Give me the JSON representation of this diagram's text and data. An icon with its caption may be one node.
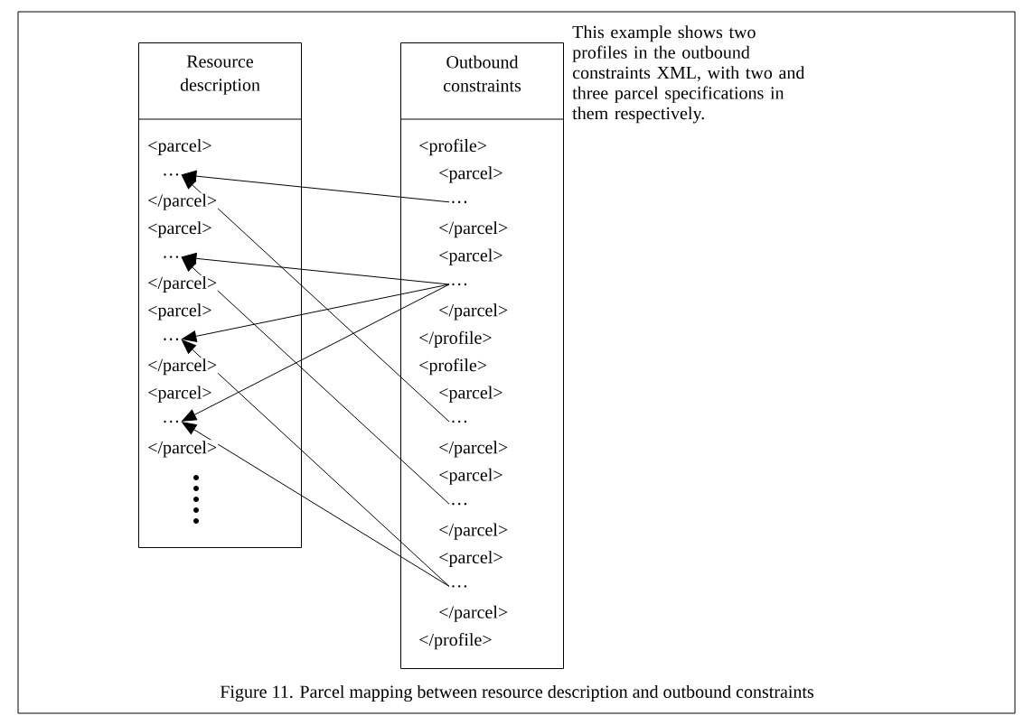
{
  "diagram": {
    "caption": "Figure 11. Parcel mapping between resource description and outbound constraints",
    "nodes": [
      {
        "text": [
          "Resource description"
        ]
      },
      {
        "text": [
          "…"
        ],
        "in": 0
      },
      {
        "text": [
          "…"
        ],
        "in": 0
      },
      {
        "text": [
          "…"
        ],
        "in": 0
      },
      {
        "text": [
          "…"
        ],
        "in": 0
      },
      {
        "text": [
          "Outbound constraints"
        ]
      },
      {
        "text": [
          "…"
        ],
        "in": 5
      },
      {
        "text": [
          "…"
        ],
        "in": 5
      },
      {
        "text": [
          "…"
        ],
        "in": 5
      },
      {
        "text": [
          "…"
        ],
        "in": 5
      },
      {
        "text": [
          "…"
        ],
        "in": 5
      }
    ],
    "edges": [
      {
        "from": 6,
        "to": 1,
        "arrow": "to"
      },
      {
        "from": 7,
        "to": 2,
        "arrow": "to"
      },
      {
        "from": 7,
        "to": 3,
        "arrow": "to"
      },
      {
        "from": 7,
        "to": 4,
        "arrow": "to"
      },
      {
        "from": 8,
        "to": 1,
        "arrow": "to"
      },
      {
        "from": 9,
        "to": 2,
        "arrow": "to"
      },
      {
        "from": 10,
        "to": 3,
        "arrow": "to"
      },
      {
        "from": 10,
        "to": 4,
        "arrow": "to"
      }
    ],
    "labels": [
      "<parcel>",
      "</parcel>",
      "<parcel>",
      "</parcel>",
      "<parcel>",
      "</parcel>",
      "<parcel>",
      "</parcel>",
      "<profile>",
      "<parcel>",
      "</parcel>",
      "<parcel>",
      "</parcel>",
      "</profile>",
      "<profile>",
      "<parcel>",
      "</parcel>",
      "<parcel>",
      "</parcel>",
      "<parcel>",
      "</parcel>",
      "</profile>",
      "This example shows two profiles in the outbound constraints XML, with two and three parcel specifications in them respectively."
    ]
  }
}
